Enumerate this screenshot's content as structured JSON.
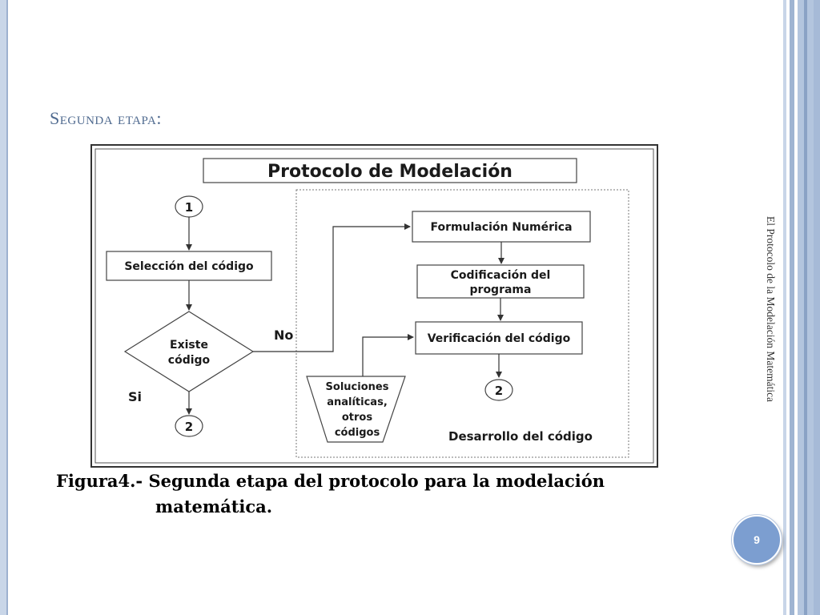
{
  "slide": {
    "title": "Segunda etapa:",
    "side_label": "El Protocolo de la Modelación Matemática",
    "page_number": "9"
  },
  "diagram": {
    "header": "Protocolo de Modelación",
    "start_node": "1",
    "select_code": "Selección del código",
    "decision_line1": "Existe",
    "decision_line2": "código",
    "label_no": "No",
    "label_si": "Si",
    "end_node_left": "2",
    "numeric_formulation": "Formulación Numérica",
    "program_coding_line1": "Codificación del",
    "program_coding_line2": "programa",
    "code_verification": "Verificación del código",
    "solutions_line1": "Soluciones",
    "solutions_line2": "analíticas,",
    "solutions_line3": "otros",
    "solutions_line4": "códigos",
    "end_node_right": "2",
    "dev_region_label": "Desarrollo del código"
  },
  "caption": {
    "line1": "Figura4.- Segunda etapa del protocolo para la modelación",
    "line2": "matemática."
  }
}
